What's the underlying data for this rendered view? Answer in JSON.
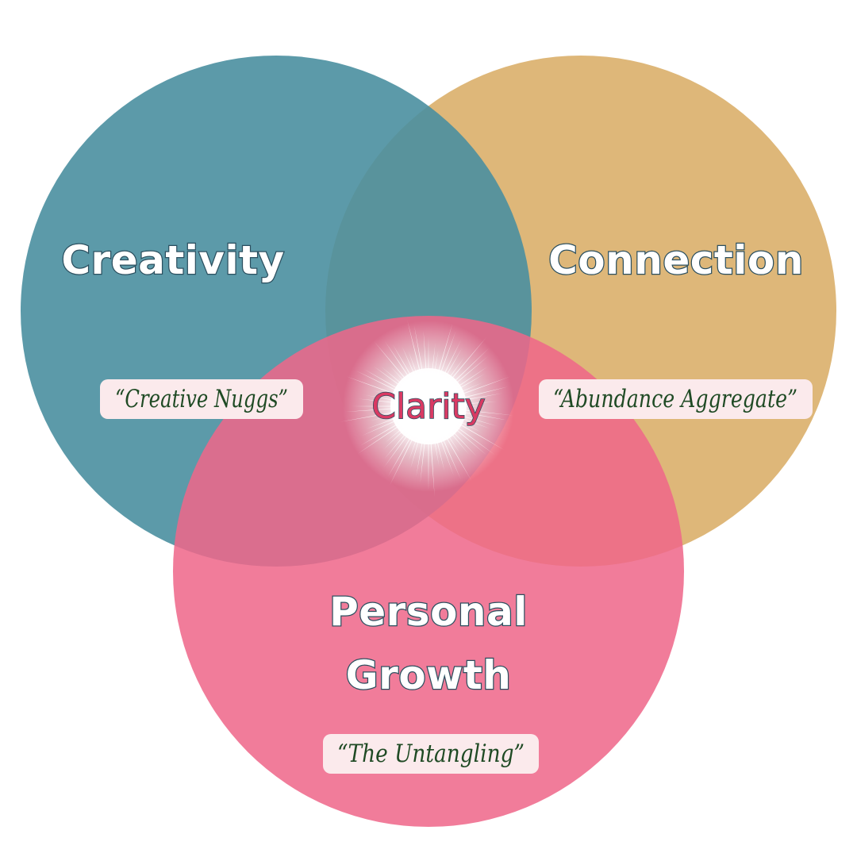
{
  "colors": {
    "creativity": "#4a8fa0",
    "connection": "#d9ad66",
    "personal_growth": "#ef6789",
    "label_outline": "#2b4f5f",
    "clarity_text": "#d93a63",
    "quote_box": "#fbeaec",
    "quote_text": "#1f4a24"
  },
  "circles": {
    "creativity": {
      "title": "Creativity",
      "quote": "“Creative Nuggs”"
    },
    "connection": {
      "title": "Connection",
      "quote": "“Abundance Aggregate”"
    },
    "personal_growth": {
      "title_line1": "Personal",
      "title_line2": "Growth",
      "quote": "“The Untangling”"
    }
  },
  "center": {
    "label": "Clarity"
  }
}
